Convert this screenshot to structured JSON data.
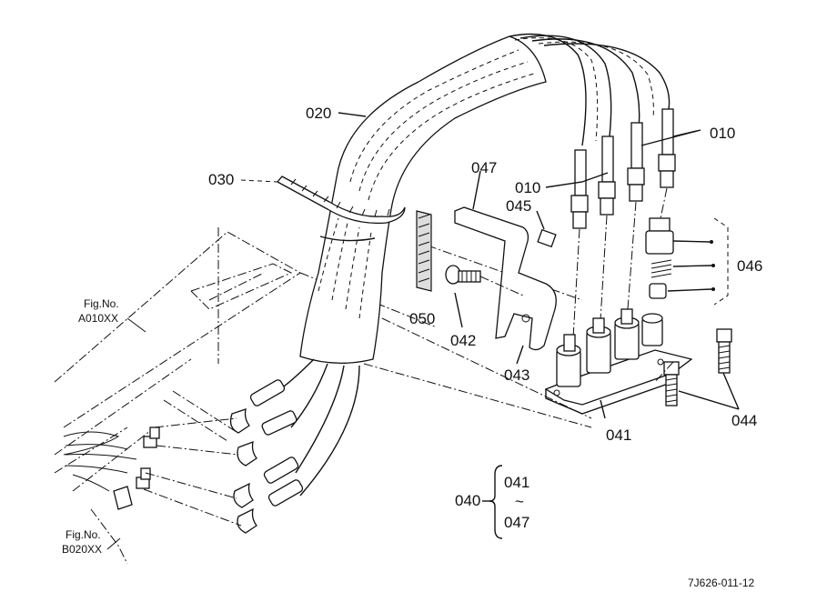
{
  "labels": {
    "p010a": "010",
    "p010b": "010",
    "p020": "020",
    "p030": "030",
    "p047": "047",
    "p045": "045",
    "p046": "046",
    "p050": "050",
    "p042": "042",
    "p043": "043",
    "p041": "041",
    "p044": "044"
  },
  "group": {
    "code": "040",
    "from": "041",
    "tilde": "~",
    "to": "047"
  },
  "refs": {
    "a_fig": "Fig.No.",
    "a_code": "A010XX",
    "b_fig": "Fig.No.",
    "b_code": "B020XX"
  },
  "drawing_id": "7J626-011-12"
}
